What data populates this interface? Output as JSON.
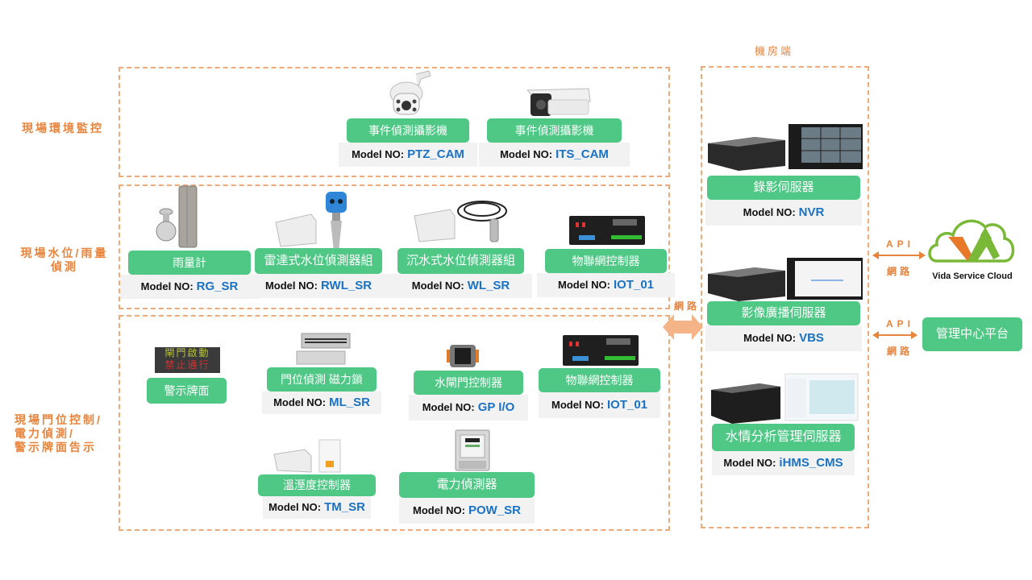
{
  "sections": {
    "env_monitor": "現場環境監控",
    "water_rain_line1": "現場水位/雨量",
    "water_rain_line2": "偵測",
    "door_power_line1": "現場門位控制/",
    "door_power_line2": "電力偵測/",
    "door_power_line3": "警示牌面告示",
    "server_room": "機房端"
  },
  "model_prefix": "Model NO:",
  "devices": {
    "ptz_cam": {
      "title": "事件偵測攝影機",
      "model": "PTZ_CAM"
    },
    "its_cam": {
      "title": "事件偵測攝影機",
      "model": "ITS_CAM"
    },
    "rain_gauge": {
      "title": "雨量計",
      "model": "RG_SR"
    },
    "radar_wl": {
      "title": "雷達式水位偵測器組",
      "model": "RWL_SR"
    },
    "submersible_wl": {
      "title": "沉水式水位偵測器組",
      "model": "WL_SR"
    },
    "iot_ctrl_1": {
      "title": "物聯網控制器",
      "model": "IOT_01"
    },
    "warning_sign": {
      "title": "警示牌面",
      "sign_line1": "閘門啟動",
      "sign_line2": "禁止通行"
    },
    "magnetic_lock": {
      "title": "門位偵測 磁力鎖",
      "model": "ML_SR"
    },
    "gate_ctrl": {
      "title": "水閘門控制器",
      "model": "GP I/O"
    },
    "iot_ctrl_2": {
      "title": "物聯網控制器",
      "model": "IOT_01"
    },
    "temp_humidity": {
      "title": "溫溼度控制器",
      "model": "TM_SR"
    },
    "power_meter": {
      "title": "電力偵測器",
      "model": "POW_SR"
    }
  },
  "servers": {
    "nvr": {
      "title": "錄影伺服器",
      "model": "NVR"
    },
    "vbs": {
      "title": "影像廣播伺服器",
      "model": "VBS"
    },
    "cms": {
      "title": "水情分析管理伺服器",
      "model": "iHMS_CMS"
    }
  },
  "links": {
    "network": "網路",
    "api": "API",
    "api_network": "網路"
  },
  "cloud": {
    "name": "Vida Service Cloud"
  },
  "mgmt_platform": {
    "label": "管理中心平台"
  },
  "colors": {
    "accent_orange": "#e8843c",
    "dash_orange": "#f0aa78",
    "green": "#4fc785",
    "model_blue": "#1a72c4"
  }
}
